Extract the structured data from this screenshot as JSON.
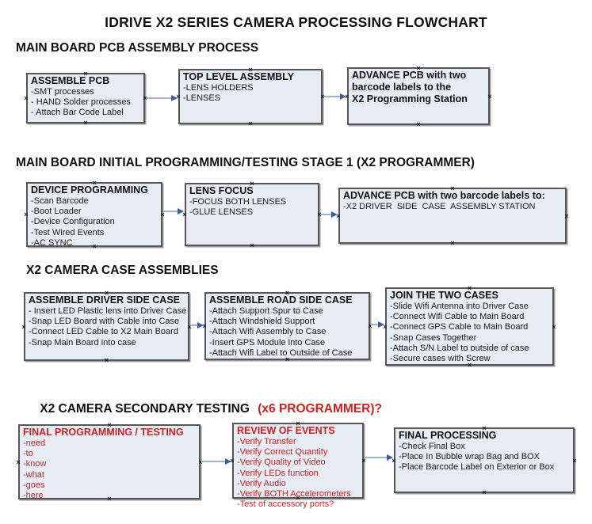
{
  "title": "IDRIVE X2  SERIES CAMERA PROCESSING FLOWCHART",
  "glyphs": {
    "anchor": "×"
  },
  "colors": {
    "box_fill": "#e7ecf5",
    "box_border": "#565656",
    "arrow_line": "#9db3d0",
    "arrow_head": "#3c5f9d",
    "red_text": "#cc2222",
    "black_text": "#111111"
  },
  "sections": [
    {
      "heading": "MAIN BOARD PCB ASSEMBLY PROCESS",
      "boxes": [
        {
          "title": "ASSEMBLE PCB",
          "items": [
            "-SMT processes",
            "- HAND Solder processes",
            "- Attach Bar Code Label"
          ]
        },
        {
          "title": "TOP LEVEL ASSEMBLY",
          "items": [
            "-LENS HOLDERS",
            "-LENSES"
          ]
        },
        {
          "title": "ADVANCE PCB with two\nbarcode labels to the\n X2 Programming Station",
          "items": []
        }
      ]
    },
    {
      "heading": "MAIN BOARD INITIAL PROGRAMMING/TESTING STAGE 1 (X2 PROGRAMMER)",
      "boxes": [
        {
          "title": "DEVICE PROGRAMMING",
          "items": [
            "-Scan Barcode",
            "-Boot Loader",
            "-Device Configuration",
            "-Test Wired Events",
            "-AC SYNC"
          ]
        },
        {
          "title": "LENS FOCUS",
          "items": [
            "-FOCUS BOTH LENSES",
            "-GLUE LENSES"
          ]
        },
        {
          "title": "ADVANCE PCB with two barcode labels to:",
          "items": [
            "-X2 DRIVER  SIDE  CASE  ASSEMBLY STATION"
          ]
        }
      ]
    },
    {
      "heading": "X2 CAMERA CASE ASSEMBLIES",
      "boxes": [
        {
          "title": "ASSEMBLE DRIVER SIDE CASE",
          "items": [
            "- Insert LED Plastic lens into Driver Case",
            "-Snap LED Board with Cable into Case",
            "-Connect LED Cable to X2 Main Board",
            "-Snap Main Board into case"
          ]
        },
        {
          "title": "ASSEMBLE ROAD SIDE CASE",
          "items": [
            "-Attach Support Spur to Case",
            "-Attach Windshield Support",
            "-Attach Wifi Assembly to Case",
            "-Insert GPS Module into Case",
            "-Attach Wifi Label to Outside of Case"
          ]
        },
        {
          "title": "JOIN THE TWO CASES",
          "items": [
            "-Slide Wifi Antenna into Driver Case",
            "-Connect Wifi Cable to Main Board",
            "-Connect GPS Cable to Main Board",
            "-Snap Cases Together",
            "-Attach S/N Label to outside of case",
            "-Secure cases with Screw"
          ]
        }
      ]
    },
    {
      "heading": "X2 CAMERA SECONDARY TESTING ",
      "heading_red": "(x6 PROGRAMMER)?",
      "boxes": [
        {
          "title": "FINAL PROGRAMMING / TESTING",
          "items": [
            "-need",
            "-to",
            "-know",
            "-what",
            "-goes",
            "-here"
          ]
        },
        {
          "title": "REVIEW OF EVENTS",
          "items": [
            "-Verify Transfer",
            "-Verify Correct Quantity",
            "-Verify Quality of Video",
            "-Verify LEDs function",
            "-Verify Audio",
            "-Verify BOTH Accelerometers",
            "-Test of accessory ports?"
          ]
        },
        {
          "title": "FINAL PROCESSING",
          "items": [
            "-Check Final Box",
            "-Place In Bubble wrap Bag and BOX",
            "-Place Barcode Label on Exterior or Box"
          ]
        }
      ]
    }
  ]
}
